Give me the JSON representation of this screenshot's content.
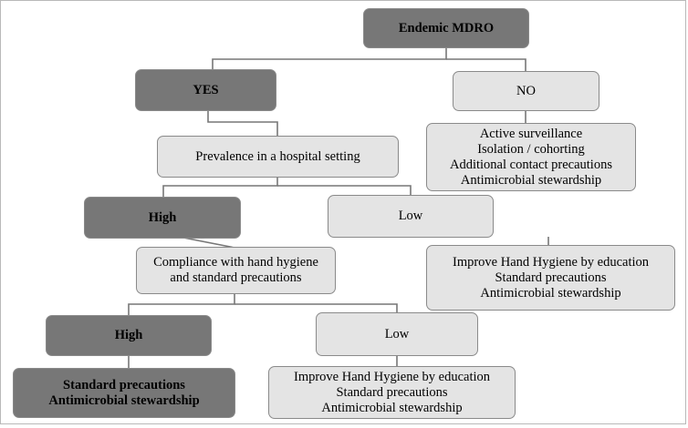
{
  "root": {
    "label": "Endemic MDRO"
  },
  "yes": {
    "label": "YES"
  },
  "no": {
    "label": "NO",
    "actions": [
      "Active surveillance",
      "Isolation / cohorting",
      "Additional contact precautions",
      "Antimicrobial stewardship"
    ]
  },
  "prevalence": {
    "label": "Prevalence in a hospital setting"
  },
  "prevalence_high": {
    "label": "High"
  },
  "prevalence_low": {
    "label": "Low",
    "actions": [
      "Improve Hand Hygiene by education",
      "Standard precautions",
      "Antimicrobial stewardship"
    ]
  },
  "compliance": {
    "lines": [
      "Compliance with hand hygiene",
      "and standard precautions"
    ]
  },
  "compliance_high": {
    "label": "High",
    "actions": [
      "Standard precautions",
      "Antimicrobial stewardship"
    ]
  },
  "compliance_low": {
    "label": "Low",
    "actions": [
      "Improve Hand Hygiene by education",
      "Standard precautions",
      "Antimicrobial stewardship"
    ]
  },
  "colors": {
    "dark_box": "#777777",
    "light_box": "#e4e4e4",
    "border": "#8a8a8a",
    "connector": "#777777"
  }
}
